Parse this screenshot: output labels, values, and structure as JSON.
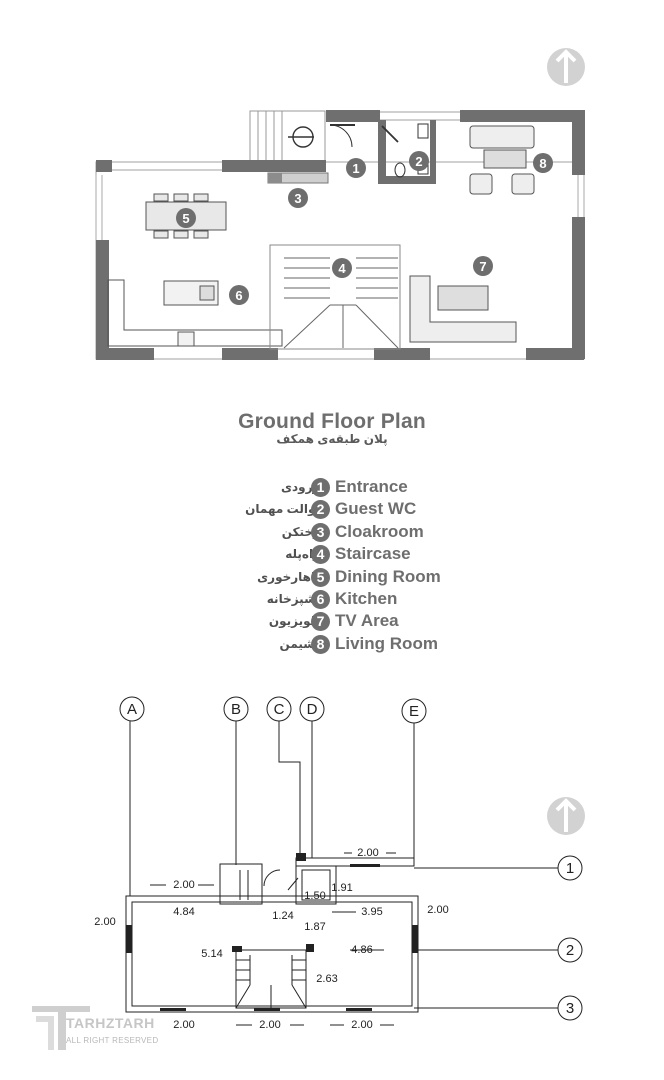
{
  "title": {
    "en": "Ground Floor Plan",
    "fa": "پلان طبقه‌ی همکف"
  },
  "rooms": [
    {
      "num": "1",
      "en": "Entrance",
      "fa": "ورودی"
    },
    {
      "num": "2",
      "en": "Guest WC",
      "fa": "توالت مهمان"
    },
    {
      "num": "3",
      "en": "Cloakroom",
      "fa": "رختکن"
    },
    {
      "num": "4",
      "en": "Staircase",
      "fa": "راه‌پله"
    },
    {
      "num": "5",
      "en": "Dining Room",
      "fa": "ناهارخوری"
    },
    {
      "num": "6",
      "en": "Kitchen",
      "fa": "آشپزخانه"
    },
    {
      "num": "7",
      "en": "TV Area",
      "fa": "تلویزیون"
    },
    {
      "num": "8",
      "en": "Living Room",
      "fa": "نشیمن"
    }
  ],
  "grid": {
    "columns": [
      "A",
      "B",
      "C",
      "D",
      "E"
    ],
    "rows": [
      "1",
      "2",
      "3"
    ]
  },
  "dimensions": {
    "top_right": "2.00",
    "left_top": "2.00",
    "left_wall": "2.00",
    "entry_width": "4.84",
    "room_depth": "5.14",
    "corridor": "1.24",
    "wc_width": "1.50",
    "wc_depth": "1.91",
    "middle": "1.87",
    "right_width": "3.95",
    "right_wall": "2.00",
    "stair_right": "4.86",
    "stair_depth": "2.63",
    "bottom_1": "2.00",
    "bottom_2": "2.00",
    "bottom_3": "2.00"
  },
  "logo": {
    "name": "TARHZTARH",
    "tagline": "ALL RIGHT RESERVED"
  },
  "colors": {
    "wall": "#6f6f6f",
    "label_circle": "#6e6e6e",
    "line": "#222222",
    "logo": "#c6c6c6"
  }
}
